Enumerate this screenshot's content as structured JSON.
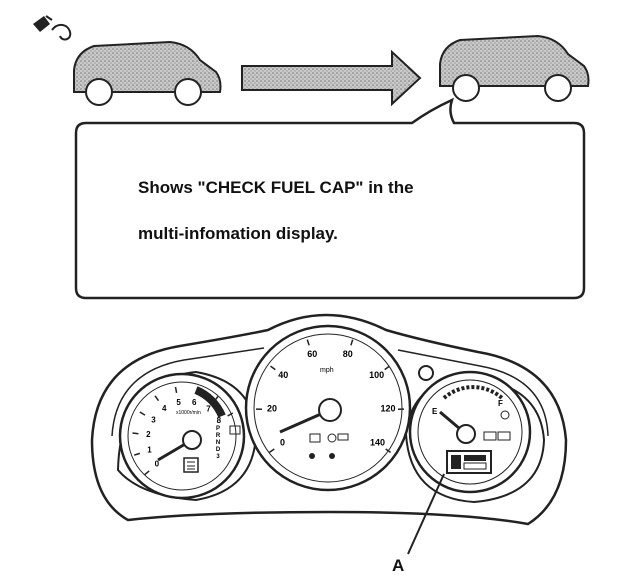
{
  "callout": {
    "line1": "Shows \"CHECK FUEL CAP\" in the",
    "line2": "multi-infomation display."
  },
  "speedometer": {
    "unit": "mph",
    "ticks": [
      "0",
      "20",
      "40",
      "60",
      "80",
      "100",
      "120",
      "140"
    ]
  },
  "tachometer": {
    "unit": "x1000r/min",
    "ticks": [
      "0",
      "1",
      "2",
      "3",
      "4",
      "5",
      "6",
      "7",
      "8"
    ]
  },
  "gear_indicator": [
    "P",
    "R",
    "N",
    "D",
    "3"
  ],
  "fuel_gauge": {
    "empty": "E",
    "full": "F"
  },
  "label_a": "A",
  "icons": [
    "fuel-cap-icon",
    "car-icon",
    "arrow-right-icon",
    "multi-information-display-icon"
  ]
}
